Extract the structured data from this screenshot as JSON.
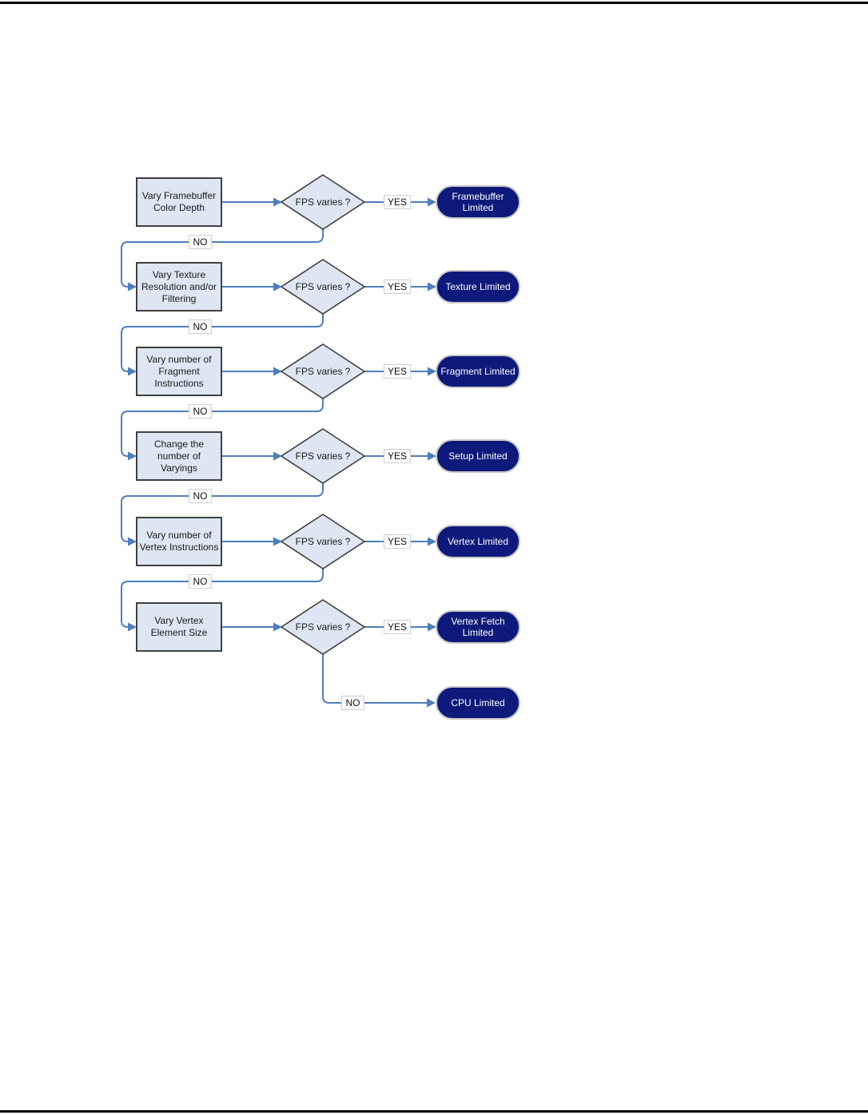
{
  "flowchart": {
    "decision_label": "FPS varies ?",
    "yes_label": "YES",
    "no_label": "NO",
    "rows": [
      {
        "action": "Vary Framebuffer\nColor Depth",
        "result": "Framebuffer\nLimited"
      },
      {
        "action": "Vary Texture\nResolution and/or\nFiltering",
        "result": "Texture Limited"
      },
      {
        "action": "Vary number of\nFragment\nInstructions",
        "result": "Fragment Limited"
      },
      {
        "action": "Change the\nnumber of\nVaryings",
        "result": "Setup Limited"
      },
      {
        "action": "Vary number of\nVertex Instructions",
        "result": "Vertex Limited"
      },
      {
        "action": "Vary Vertex\nElement Size",
        "result": "Vertex Fetch\nLimited"
      }
    ],
    "final_result": "CPU Limited",
    "colors": {
      "node_fill": "#dde6f2",
      "node_border": "#404040",
      "result_fill": "#0d1a7b",
      "result_border": "#c6c6c6",
      "result_text": "#ffffff",
      "connector": "#4d7ebf",
      "label_text": "#111111",
      "page_rule": "#000000"
    }
  }
}
